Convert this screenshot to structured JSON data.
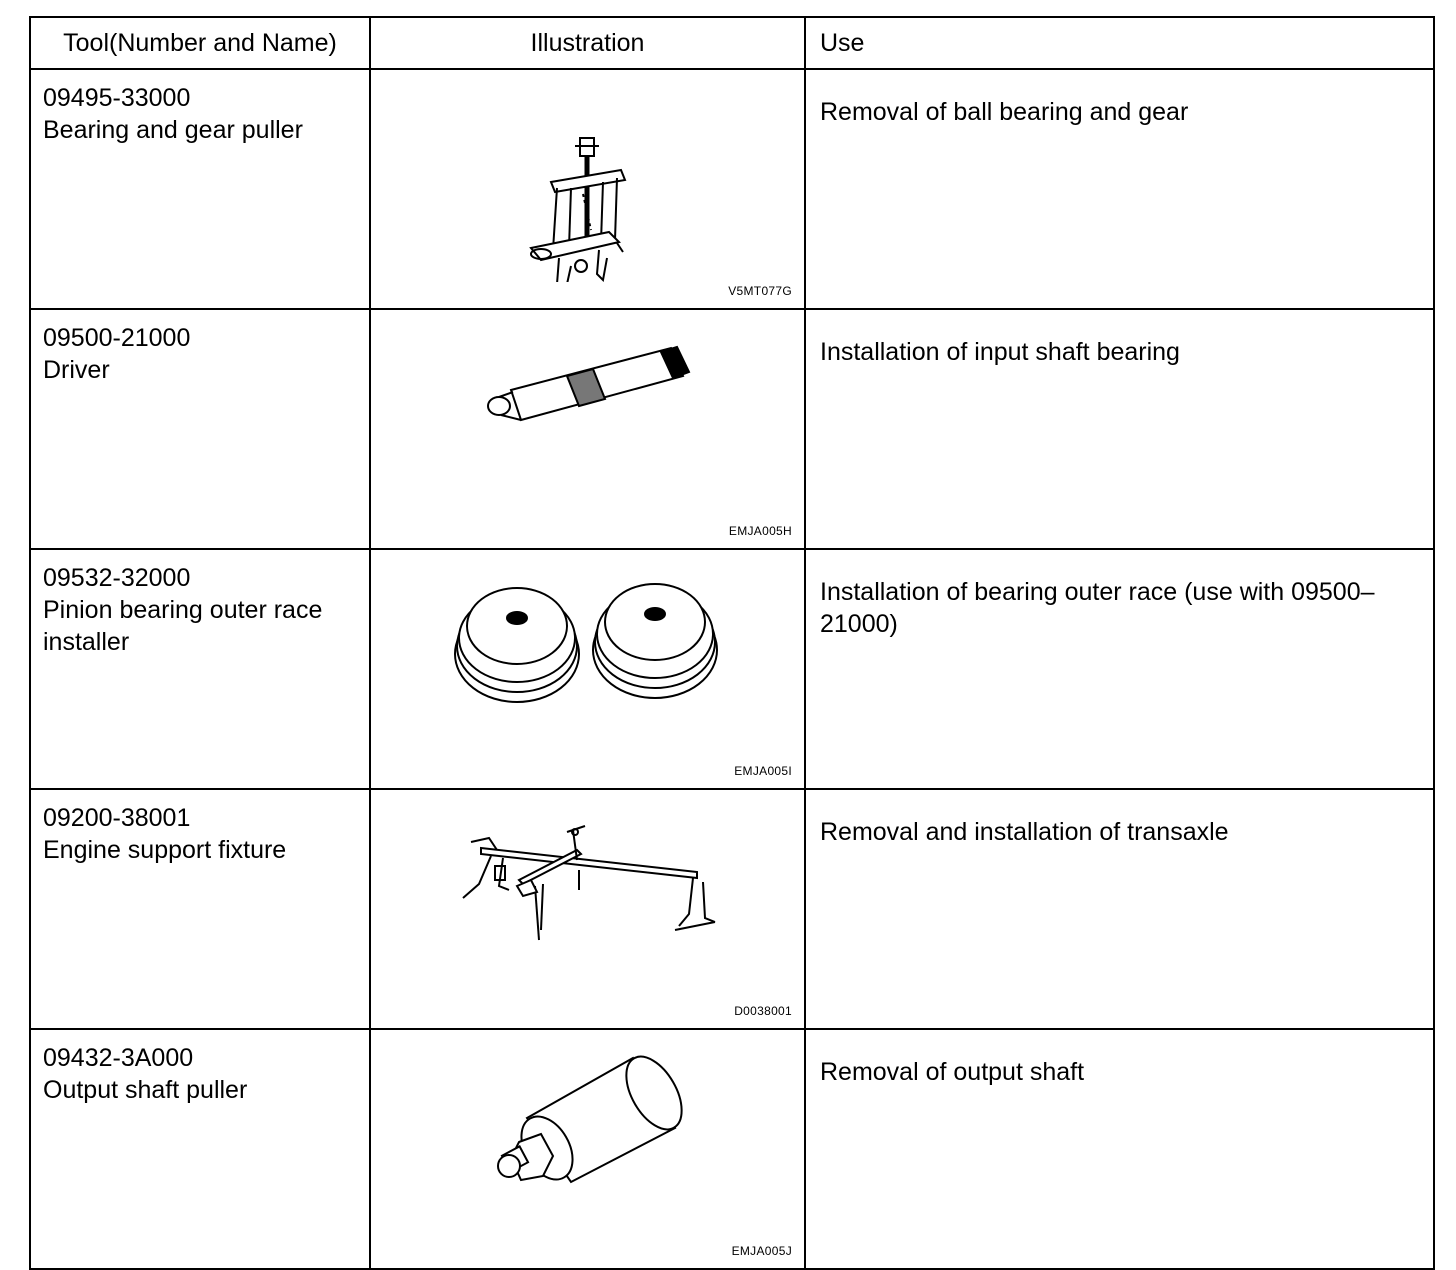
{
  "headers": {
    "tool": "Tool(Number and Name)",
    "illustration": "Illustration",
    "use": "Use"
  },
  "rows": [
    {
      "number": "09495-33000",
      "name": "Bearing and gear puller",
      "icon": "bearing-gear-puller-icon",
      "code": "V5MT077G",
      "use": "Removal of ball bearing and gear"
    },
    {
      "number": "09500-21000",
      "name": "Driver",
      "icon": "driver-icon",
      "code": "EMJA005H",
      "use": "Installation of input shaft bearing"
    },
    {
      "number": "09532-32000",
      "name": "Pinion bearing outer race installer",
      "icon": "race-installer-icon",
      "code": "EMJA005I",
      "use": "Installation of bearing outer race (use with 09500–21000)"
    },
    {
      "number": "09200-38001",
      "name": "Engine support fixture",
      "icon": "engine-support-fixture-icon",
      "code": "D0038001",
      "use": "Removal and installation of transaxle"
    },
    {
      "number": "09432-3A000",
      "name": "Output shaft puller",
      "icon": "output-shaft-puller-icon",
      "code": "EMJA005J",
      "use": "Removal of output shaft"
    }
  ]
}
